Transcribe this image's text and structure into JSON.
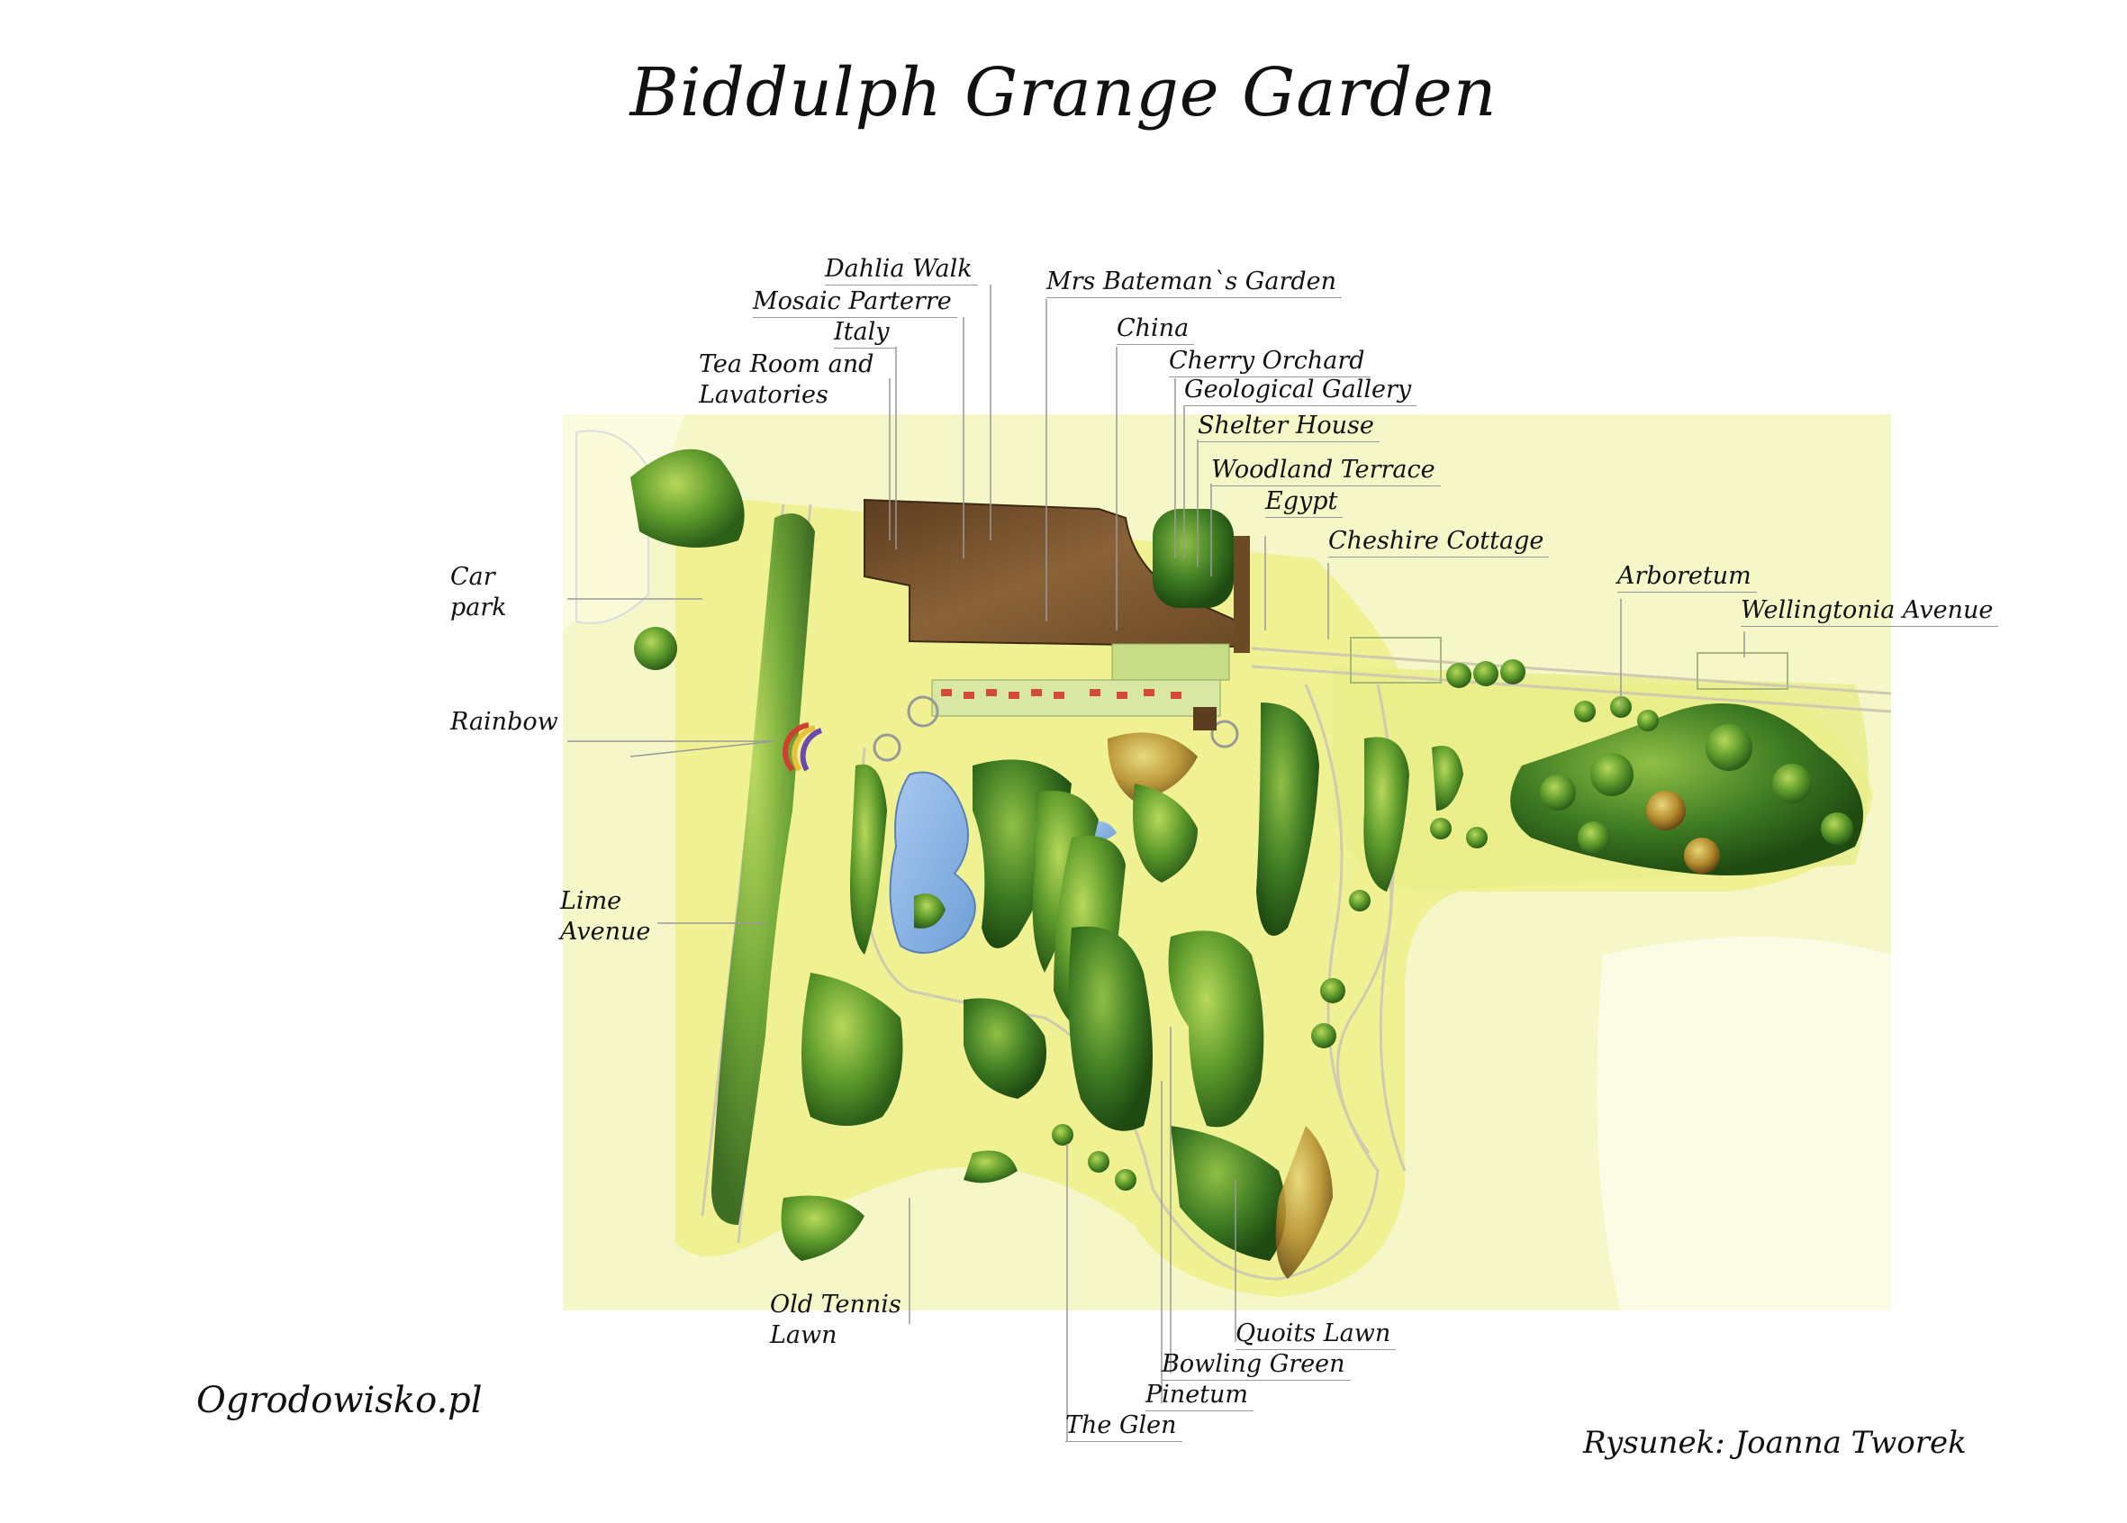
{
  "title": "Biddulph Grange Garden",
  "labels": {
    "dahlia_walk": "Dahlia Walk",
    "mosaic_parterre": "Mosaic Parterre",
    "italy": "Italy",
    "tea_room_1": "Tea Room and",
    "tea_room_2": "Lavatories",
    "mrs_bateman": "Mrs Bateman`s Garden",
    "china": "China",
    "cherry_orchard": "Cherry Orchard",
    "geological_gallery": "Geological Gallery",
    "shelter_house": "Shelter House",
    "woodland_terrace": "Woodland Terrace",
    "egypt": "Egypt",
    "cheshire_cottage": "Cheshire Cottage",
    "arboretum": "Arboretum",
    "wellingtonia_avenue": "Wellingtonia Avenue",
    "car_park_1": "Car",
    "car_park_2": "park",
    "rainbow": "Rainbow",
    "lime_avenue_1": "Lime",
    "lime_avenue_2": "Avenue",
    "old_tennis_1": "Old Tennis",
    "old_tennis_2": "Lawn",
    "quoits_lawn": "Quoits Lawn",
    "bowling_green": "Bowling Green",
    "pinetum": "Pinetum",
    "the_glen": "The Glen"
  },
  "credits": {
    "site": "Ogrodowisko.pl",
    "author": "Rysunek: Joanna Tworek"
  },
  "colors": {
    "background_wash": "#f7f7c8",
    "lawn": "#eef08a",
    "tree_dark": "#2f6b1e",
    "tree_mid": "#5a9a2a",
    "tree_light": "#a6c948",
    "house_roof": "#7a5632",
    "water": "#8fb8e6",
    "path": "#f2f0dc"
  }
}
